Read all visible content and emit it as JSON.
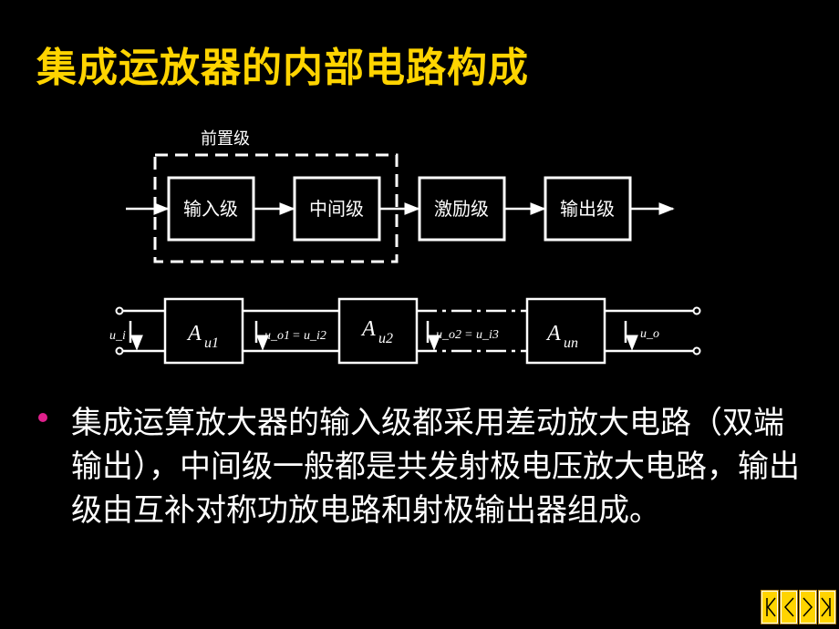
{
  "title": "集成运放器的内部电路构成",
  "block_diagram": {
    "group_label": "前置级",
    "stages": [
      "输入级",
      "中间级",
      "激励级",
      "输出级"
    ]
  },
  "cascade": {
    "input_label": "u_i",
    "gains": [
      {
        "main": "A",
        "sub": "u1"
      },
      {
        "main": "A",
        "sub": "u2"
      },
      {
        "main": "A",
        "sub": "un"
      }
    ],
    "interstage_1": {
      "left": "u_o1",
      "eq": "=",
      "right": "u_i2"
    },
    "interstage_2": {
      "left": "u_o2",
      "eq": "=",
      "right": "u_i3"
    },
    "output_label": "u_o"
  },
  "bullet_text": "集成运算放大器的输入级都采用差动放大电路（双端输出），中间级一般都是共发射极电压放大电路，输出级由互补对称功放电路和射极输出器组成。",
  "colors": {
    "title": "#ffd400",
    "bullet": "#e0208c",
    "nav": "#ffd400"
  },
  "nav_icons": [
    "first-icon",
    "prev-icon",
    "next-icon",
    "last-icon"
  ]
}
